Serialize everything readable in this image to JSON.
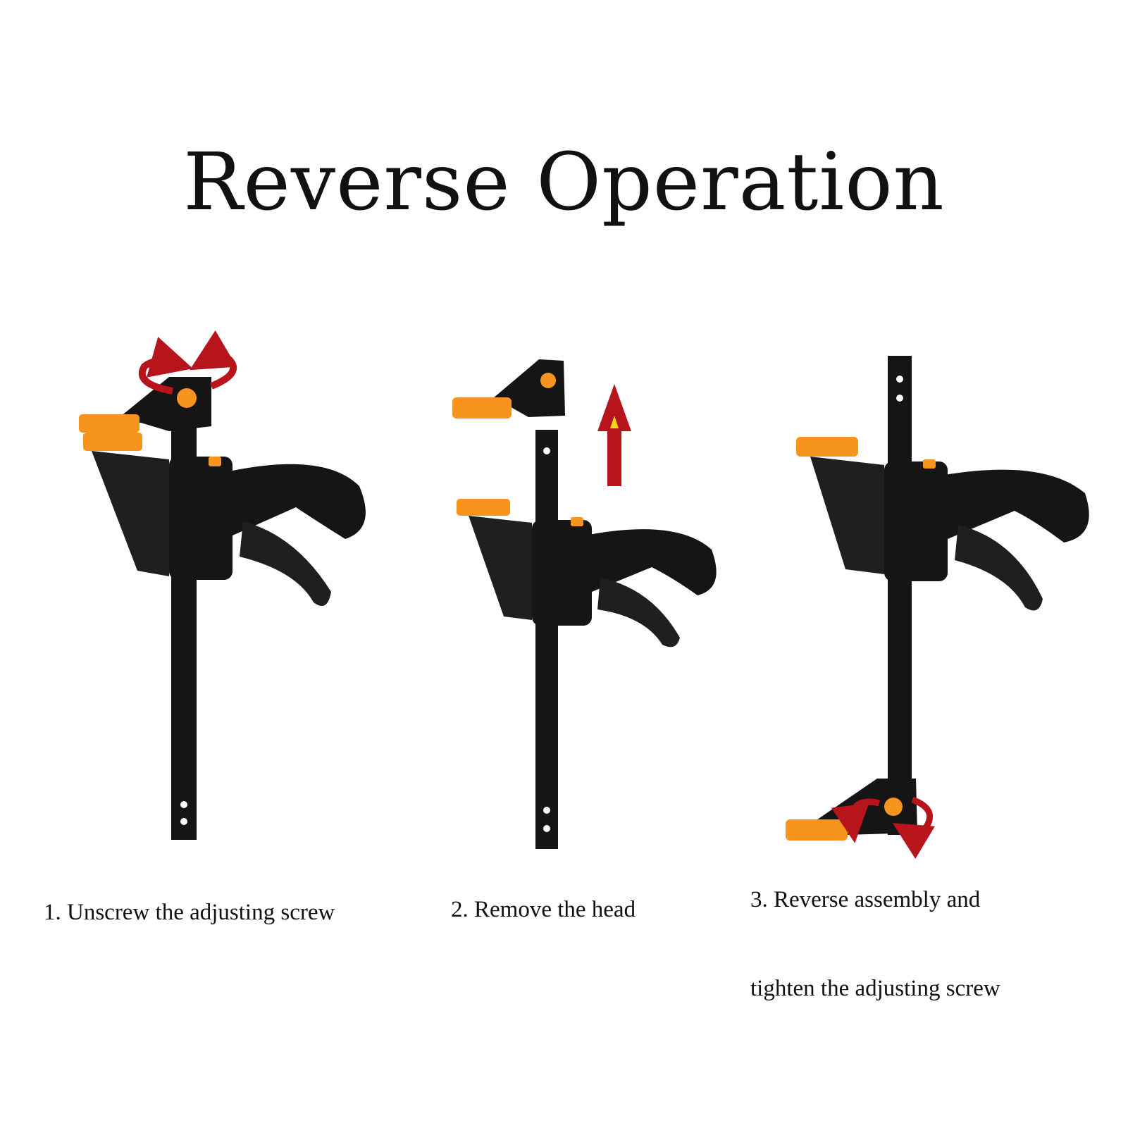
{
  "title": "Reverse Operation",
  "steps": [
    {
      "caption": "1. Unscrew the adjusting screw"
    },
    {
      "caption": "2. Remove the head"
    },
    {
      "caption_line1": "3. Reverse assembly and",
      "caption_line2": "tighten the adjusting screw"
    }
  ],
  "colors": {
    "background": "#ffffff",
    "clamp_body": "#151515",
    "jaw_pad": "#f7941d",
    "arrow": "#b8141c"
  }
}
